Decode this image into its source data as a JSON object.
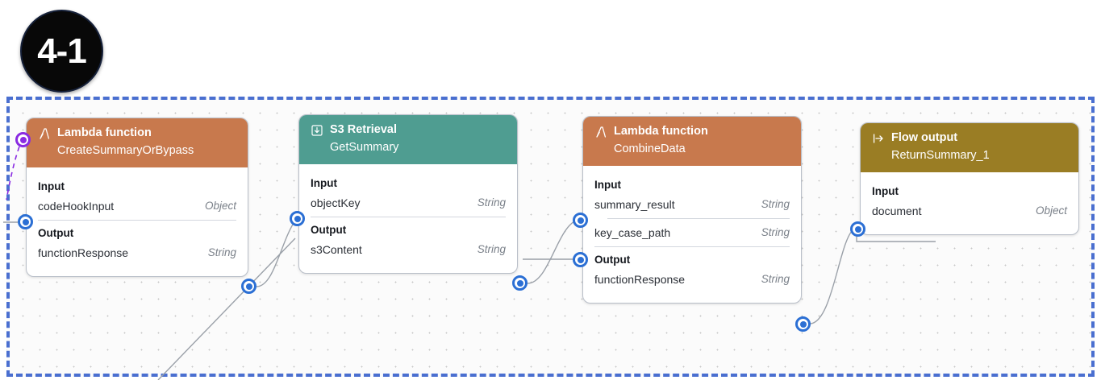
{
  "badge": {
    "label": "4-1"
  },
  "canvas": {
    "border_color": "#4a6fd0",
    "grid": "dotted"
  },
  "colors": {
    "lambda_header": "#c8794d",
    "s3_header": "#4f9d91",
    "flow_output_header": "#9a7d24",
    "port_blue": "#2b6fd4",
    "port_purple": "#8a2be2",
    "wire": "#9aa0a8"
  },
  "labels": {
    "input": "Input",
    "output": "Output"
  },
  "nodes": [
    {
      "id": "create-summary-or-bypass",
      "type_label": "Lambda function",
      "name": "CreateSummaryOrBypass",
      "icon": "lambda-icon",
      "header_color": "#c8794d",
      "inputs": [
        {
          "name": "codeHookInput",
          "type": "Object"
        }
      ],
      "outputs": [
        {
          "name": "functionResponse",
          "type": "String"
        }
      ]
    },
    {
      "id": "get-summary",
      "type_label": "S3 Retrieval",
      "name": "GetSummary",
      "icon": "s3-download-icon",
      "header_color": "#4f9d91",
      "inputs": [
        {
          "name": "objectKey",
          "type": "String"
        }
      ],
      "outputs": [
        {
          "name": "s3Content",
          "type": "String"
        }
      ]
    },
    {
      "id": "combine-data",
      "type_label": "Lambda function",
      "name": "CombineData",
      "icon": "lambda-icon",
      "header_color": "#c8794d",
      "inputs": [
        {
          "name": "summary_result",
          "type": "String"
        },
        {
          "name": "key_case_path",
          "type": "String"
        }
      ],
      "outputs": [
        {
          "name": "functionResponse",
          "type": "String"
        }
      ]
    },
    {
      "id": "return-summary-1",
      "type_label": "Flow output",
      "name": "ReturnSummary_1",
      "icon": "flow-output-icon",
      "header_color": "#9a7d24",
      "inputs": [
        {
          "name": "document",
          "type": "Object"
        }
      ],
      "outputs": []
    }
  ]
}
